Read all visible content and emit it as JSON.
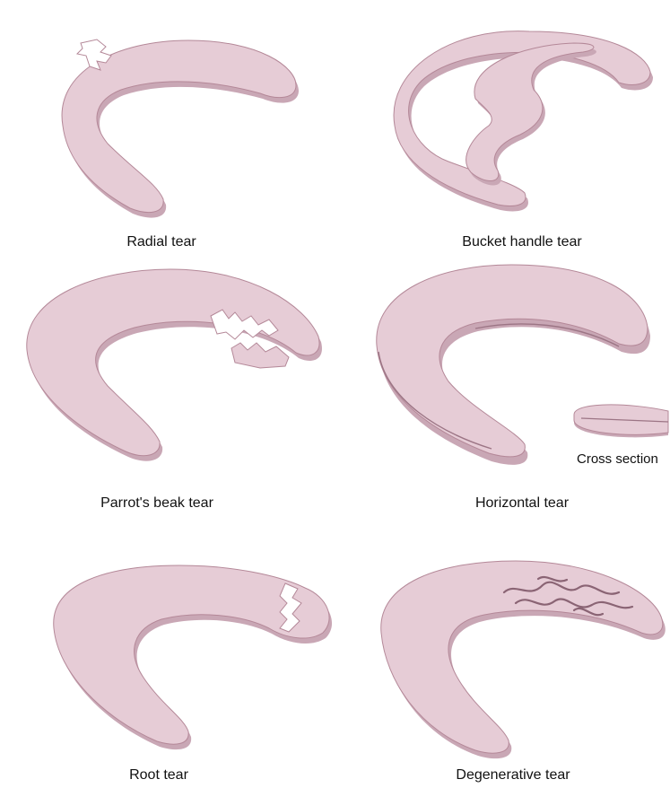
{
  "colors": {
    "meniscus_fill": "#e6ccd6",
    "meniscus_edge": "#b48898",
    "meniscus_shadow": "#c9a7b5",
    "tear_gap": "#ffffff",
    "background": "#ffffff"
  },
  "panels": [
    {
      "id": "radial",
      "caption": "Radial tear"
    },
    {
      "id": "bucket-handle",
      "caption": "Bucket handle tear"
    },
    {
      "id": "parrots-beak",
      "caption": "Parrot's beak tear"
    },
    {
      "id": "horizontal",
      "caption": "Horizontal tear",
      "inset_caption": "Cross section"
    },
    {
      "id": "root",
      "caption": "Root tear"
    },
    {
      "id": "degenerative",
      "caption": "Degenerative tear"
    }
  ]
}
